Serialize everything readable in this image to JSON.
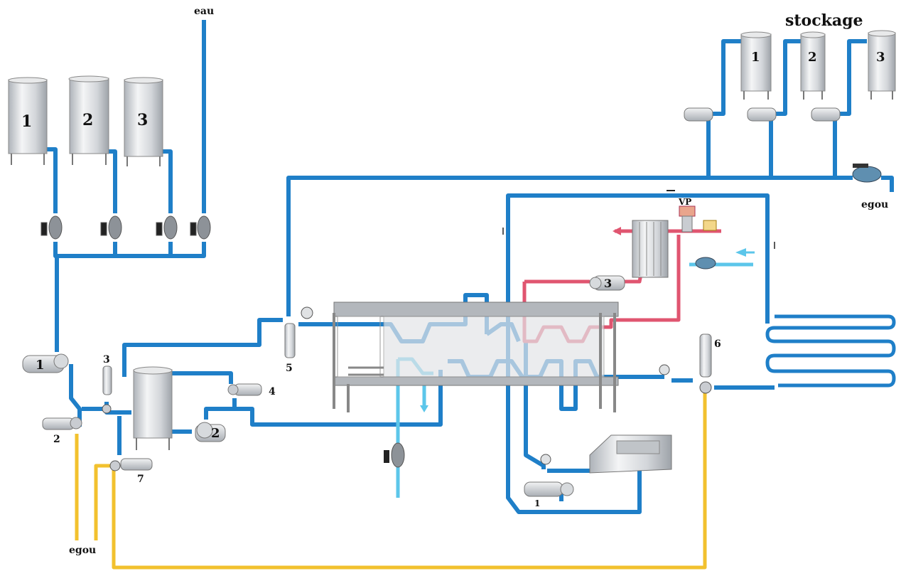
{
  "labels": {
    "water": "eau",
    "storage": "stockage",
    "drain_top": "egou",
    "drain_bottom": "egou",
    "regulating_valve": "VP"
  },
  "raw_tanks": [
    "1",
    "2",
    "3"
  ],
  "storage_tanks": [
    "1",
    "2",
    "3"
  ],
  "component_numbers": {
    "pump_1": "1",
    "pump_2": "2",
    "unit_3": "3",
    "pump_4": "4",
    "filter_5": "5",
    "valve_6": "6",
    "valve_7": "7",
    "hot_water_pump": "3",
    "cip_pump": "1"
  },
  "colors": {
    "product_line": "#1f7fc8",
    "cooling_line": "#5cc6ea",
    "hot_water_line": "#e05570",
    "drain_line": "#f2c12e",
    "equipment": "#c9ccd1"
  }
}
